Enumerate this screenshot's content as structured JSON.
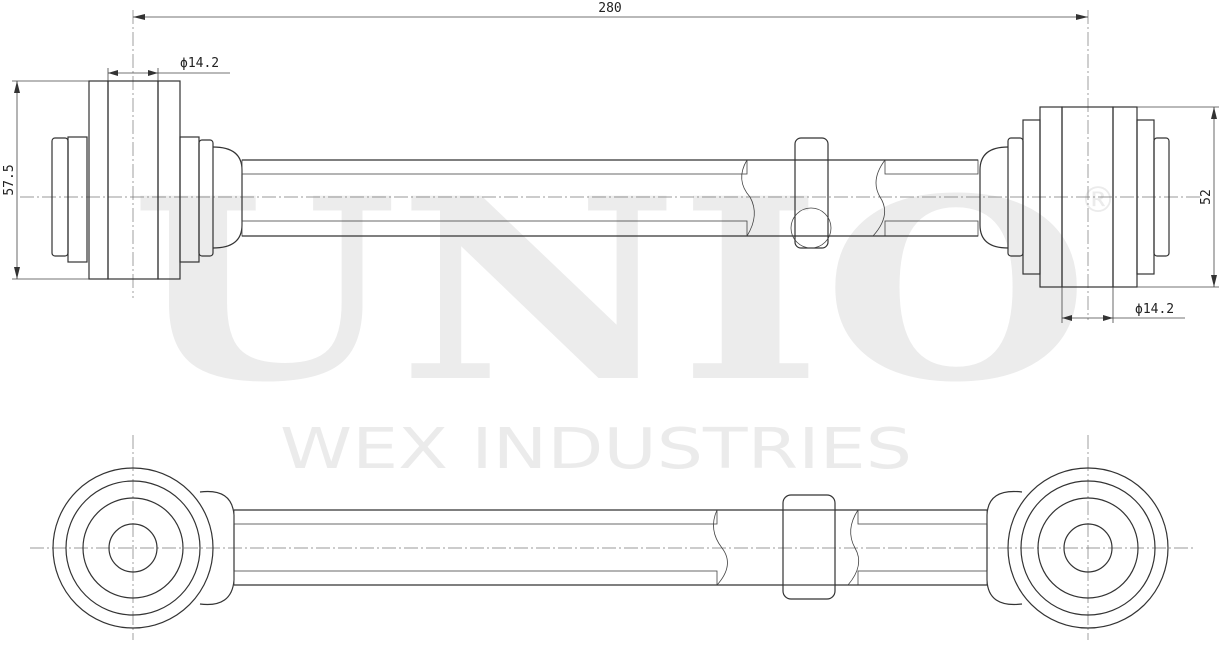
{
  "watermark": {
    "brand": "UNIO",
    "registered": "®",
    "company": "WEX INDUSTRIES"
  },
  "dimensions": {
    "overall_length": "280",
    "left_bore": "ϕ14.2",
    "left_width": "57.5",
    "right_width": "52",
    "right_bore": "ϕ14.2"
  }
}
